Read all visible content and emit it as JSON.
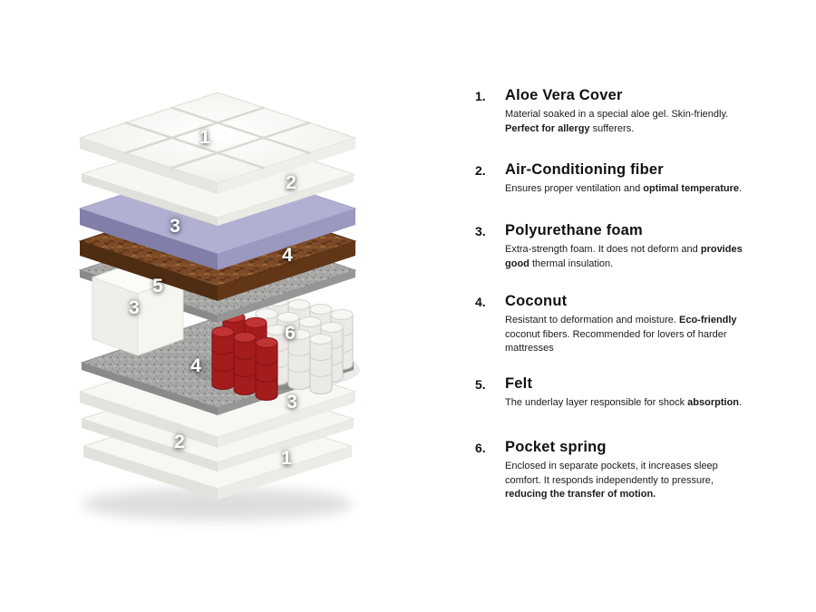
{
  "diagram": {
    "labels": [
      "1",
      "2",
      "3",
      "4",
      "5",
      "3",
      "6",
      "4",
      "3",
      "2",
      "1"
    ],
    "colors": {
      "foam_purple": "#b2b0d2",
      "coconut_brown": "#7c4a26",
      "felt_gray": "#a9a9a7",
      "spring_red": "#a51c1c",
      "white_layer": "#f6f6f3"
    }
  },
  "legend": {
    "items": [
      {
        "num": "1.",
        "title": "Aloe Vera Cover",
        "parts": [
          {
            "t": "Material soaked in a special aloe gel. Skin-friendly. "
          },
          {
            "t": "Perfect for allergy",
            "b": true
          },
          {
            "t": " sufferers."
          }
        ]
      },
      {
        "num": "2.",
        "title": "Air-Conditioning fiber",
        "parts": [
          {
            "t": "Ensures proper ventilation and "
          },
          {
            "t": "optimal temperature",
            "b": true
          },
          {
            "t": "."
          }
        ]
      },
      {
        "num": "3.",
        "title": "Polyurethane foam",
        "parts": [
          {
            "t": "Extra-strength foam. It does not deform and "
          },
          {
            "t": "provides good",
            "b": true
          },
          {
            "t": " thermal insulation."
          }
        ]
      },
      {
        "num": "4.",
        "title": "Coconut",
        "parts": [
          {
            "t": "Resistant to deformation and moisture. "
          },
          {
            "t": "Eco-friendly",
            "b": true
          },
          {
            "t": " coconut fibers. Recommended for lovers of harder mattresses"
          }
        ]
      },
      {
        "num": "5.",
        "title": "Felt",
        "parts": [
          {
            "t": "The underlay layer responsible for shock "
          },
          {
            "t": "absorption",
            "b": true
          },
          {
            "t": "."
          }
        ]
      },
      {
        "num": "6.",
        "title": "Pocket spring",
        "parts": [
          {
            "t": "Enclosed in separate pockets, it increases sleep comfort. It responds independently to pressure, "
          },
          {
            "t": "reducing the transfer of motion.",
            "b": true
          }
        ]
      }
    ]
  }
}
